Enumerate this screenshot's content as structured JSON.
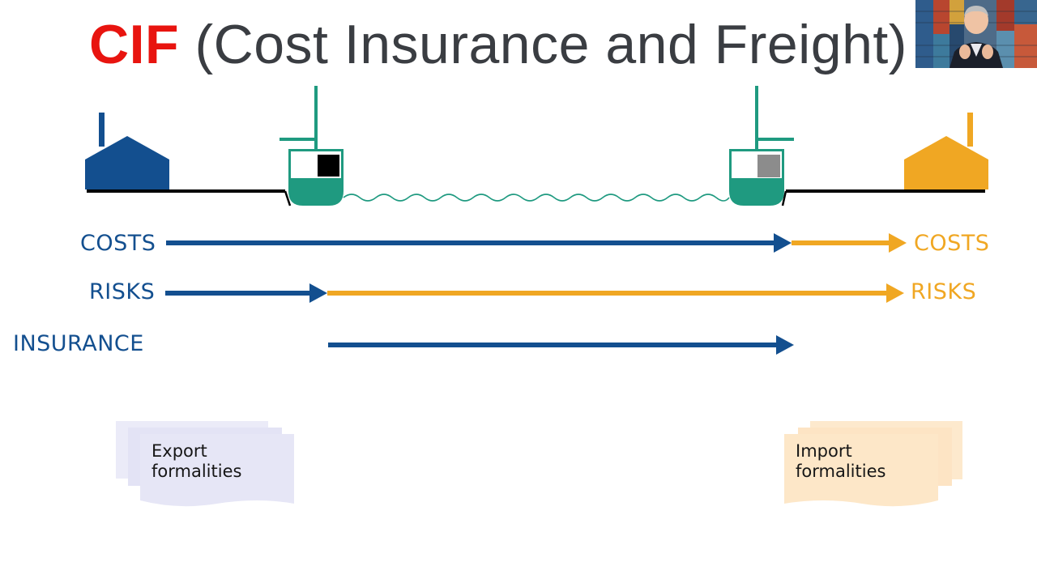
{
  "title": {
    "abbr": "CIF",
    "rest": " (Cost Insurance and Freight)"
  },
  "rows": {
    "costs_left": "COSTS",
    "costs_right": "COSTS",
    "risks_left": "RISKS",
    "risks_right": "RISKS",
    "insurance": "INSURANCE"
  },
  "formalities": {
    "export": [
      "Export",
      "formalities"
    ],
    "import": [
      "Import",
      "formalities"
    ]
  },
  "colors": {
    "seller_blue": "#134f8f",
    "buyer_gold": "#f0a723",
    "ship_green": "#1f9a80",
    "title_red": "#e8140f",
    "export_paper": "#e6e6f6",
    "import_paper": "#fde7c8"
  },
  "icons": {
    "seller": "factory-icon",
    "buyer": "factory-icon",
    "ship": "ship-icon",
    "sea": "wave-line",
    "presenter": "video-thumbnail"
  }
}
